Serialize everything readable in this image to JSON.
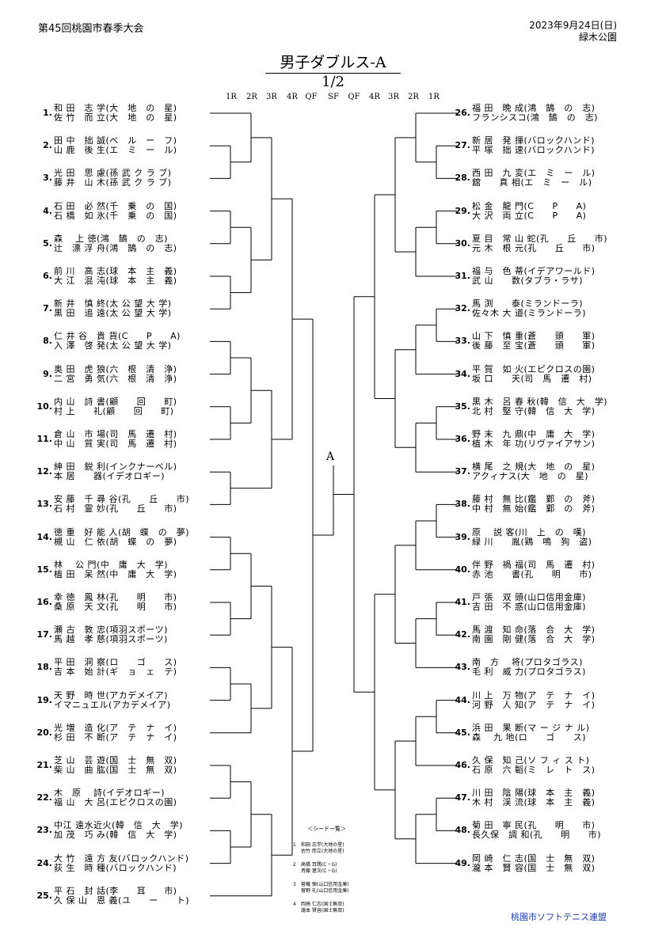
{
  "header": {
    "tournament": "第45回桃園市春季大会",
    "date": "2023年9月24日(日)",
    "venue": "緑木公園"
  },
  "title": "男子ダブルス-A",
  "page": "1/2",
  "rounds": [
    "1R",
    "2R",
    "3R",
    "4R",
    "QF",
    "SF",
    "QF",
    "4R",
    "3R",
    "2R",
    "1R"
  ],
  "center_label": "A",
  "left_entries": [
    {
      "num": "1.",
      "p1": "和 田　志 学(大　地　の　星)",
      "p2": "佐 竹　而 立(大　地　の　星)"
    },
    {
      "num": "2.",
      "p1": "田 中　拙 誠(ベ　ル　ー　フ)",
      "p2": "山 鹿　後 生(エ　ミ　ー　ル)"
    },
    {
      "num": "3.",
      "p1": "光 田　思 慮(孫 武 ク ラ ブ)",
      "p2": "藤 井　山 木(孫 武 ク ラ ブ)"
    },
    {
      "num": "4.",
      "p1": "石 田　必 然(千　乗　の　国)",
      "p2": "石 橋　如 氷(千　乗　の　国)"
    },
    {
      "num": "5.",
      "p1": "森　 上 徳(鴻　鵠　の　志)",
      "p2": "辻　漂 浮 舟(鴻　鵠　の　志)"
    },
    {
      "num": "6.",
      "p1": "前 川　高 志(球　本　主　義)",
      "p2": "大 江　混 沌(球　本　主　義)"
    },
    {
      "num": "7.",
      "p1": "新 井　慎 終(太 公 望 大 学)",
      "p2": "黒 田　追 遠(太 公 望 大 学)"
    },
    {
      "num": "8.",
      "p1": "仁 井 谷　貴 貨(C　　P　　A)",
      "p2": "入 澤　啓 発(太 公 望 大 学)"
    },
    {
      "num": "9.",
      "p1": "奥 田　虎 狼(六　根　清　浄)",
      "p2": "二 宮　勇 気(六　根　清　浄)"
    },
    {
      "num": "10.",
      "p1": "内 山　詩 書(顧　　回　　町)",
      "p2": "村 上　　礼(顧　　回　　町)"
    },
    {
      "num": "11.",
      "p1": "倉 山　市 場(司　馬　遷　村)",
      "p2": "中 山　質 実(司　馬　遷　村)"
    },
    {
      "num": "12.",
      "p1": "紳 田　鋭 利(インクナーベル)",
      "p2": "本 居　　器(イデオロギー)"
    },
    {
      "num": "13.",
      "p1": "安 藤　千 尋 谷(孔　　丘　　市)",
      "p2": "石 村　霊 妙(孔　　丘　　市)"
    },
    {
      "num": "14.",
      "p1": "徳 重　好 能 人(胡　蝶　の　夢)",
      "p2": "槻 山　仁 依(胡　蝶　の　夢)"
    },
    {
      "num": "15.",
      "p1": "林　 公 門(中　庸　大　学)",
      "p2": "植 田　呆 然(中　庸　大　学)"
    },
    {
      "num": "16.",
      "p1": "幸 徳　鳳 林(孔　　明　　市)",
      "p2": "桑 原　天 文(孔　　明　　市)"
    },
    {
      "num": "17.",
      "p1": "瀬 古　敦 忠(項羽スポーツ)",
      "p2": "馬 越　孝 慈(項羽スポーツ)"
    },
    {
      "num": "18.",
      "p1": "平 田　洞 察(ロ　　ゴ　　ス)",
      "p2": "吉 本　始 計(ギ　ョ　ェ　テ)"
    },
    {
      "num": "19.",
      "p1": "天 野　時 世(アカデメイア)",
      "p2": "イマニュエル(アカデメイア)"
    },
    {
      "num": "20.",
      "p1": "光 増　造 化(ア　テ　ナ　イ)",
      "p2": "杉 田　不 断(ア　テ　ナ　イ)"
    },
    {
      "num": "21.",
      "p1": "芝 山　芸 遊(国　士　無　双)",
      "p2": "柴 山　曲 肱(国　士　無　双)"
    },
    {
      "num": "22.",
      "p1": "木　原　 詩(イデオロギー)",
      "p2": "福 山　大 呂(エピクロスの園)"
    },
    {
      "num": "23.",
      "p1": "中江 遠水近火(韓　信　大　学)",
      "p2": "加 茂　巧 み(韓　信　大　学)"
    },
    {
      "num": "24.",
      "p1": "大 竹　遠 方 友(バロックハンド)",
      "p2": "荻 生　時 種(バロックハンド)"
    },
    {
      "num": "25.",
      "p1": "平 石　封 話(李　　耳　　市)",
      "p2": "久 保 山　恩 義(ユ　　ー　　ト)"
    }
  ],
  "right_entries": [
    {
      "num": "26.",
      "p1": "福 田　晩 成(鴻　鵠　の　志)",
      "p2": "フランシスコ(鴻　鵠　の　志)"
    },
    {
      "num": "27.",
      "p1": "新 居　発 揮(バロックハンド)",
      "p2": "平 塚　拙 速(バロックハンド)"
    },
    {
      "num": "28.",
      "p1": "西 田　九 変(エ　ミ　ー　ル)",
      "p2": "舘　　真 相(エ　ミ　ー　ル)"
    },
    {
      "num": "29.",
      "p1": "松 金　龍 門(C　　P　　A)",
      "p2": "大 沢　両 立(C　　P　　A)"
    },
    {
      "num": "30.",
      "p1": "夏 目　常 山 蛇(孔　　丘　　市)",
      "p2": "元 木　根 元(孔　　丘　　市)"
    },
    {
      "num": "31.",
      "p1": "福 与　色 蒂(イデアワールド)",
      "p2": "武 山　　数(タブラ・ラサ)"
    },
    {
      "num": "32.",
      "p1": "馬 渕　　泰(ミランドーラ)",
      "p2": "佐々木 大 道(ミランドーラ)"
    },
    {
      "num": "33.",
      "p1": "山 下　慎 重(蒼　　頭　　軍)",
      "p2": "後 藤　至 宝(蒼　　頭　　軍)"
    },
    {
      "num": "34.",
      "p1": "平 賀　如 火(エピクロスの園)",
      "p2": "坂 口　　天(司　馬　遷　村)"
    },
    {
      "num": "35.",
      "p1": "黒 木　呂 春 秋(韓　信　大　学)",
      "p2": "北 村　堅 守(韓　信　大　学)"
    },
    {
      "num": "36.",
      "p1": "野 末　九 鼎(中　庸　大　学)",
      "p2": "植 木　年 功(リヴァイアサン)"
    },
    {
      "num": "37.",
      "p1": "横 尾　之 規(大　地　の　星)",
      "p2": "アクィナス(大　地　の　星)"
    },
    {
      "num": "38.",
      "p1": "藤 村　無 比(鑑　鄴　の　斧)",
      "p2": "中 村　無 始(鑑　鄴　の　斧)"
    },
    {
      "num": "39.",
      "p1": "原　 説 客(川　上　の　嘆)",
      "p2": "緑 川　　胤(鶏　鳴　狗　盗)"
    },
    {
      "num": "40.",
      "p1": "伴 野　禍 福(司　馬　遷　村)",
      "p2": "赤 池　　書(孔　　明　　市)"
    },
    {
      "num": "41.",
      "p1": "戸 張　双 頭(山口信用金庫)",
      "p2": "吉 田　不 惑(山口信用金庫)"
    },
    {
      "num": "42.",
      "p1": "馬 渡　知 命(落　合　大　学)",
      "p2": "南 園　剛 健(落　合　大　学)"
    },
    {
      "num": "43.",
      "p1": "南　方　 将(プロタゴラス)",
      "p2": "毛 利　威 力(プロタゴラス)"
    },
    {
      "num": "44.",
      "p1": "川 上　万 物(ア　テ　ナ　イ)",
      "p2": "河 野　人 知(ア　テ　ナ　イ)"
    },
    {
      "num": "45.",
      "p1": "浜 田　果 断(マ ー ジ ナ ル)",
      "p2": "森　 九 地(ロ　　ゴ　　ス)"
    },
    {
      "num": "46.",
      "p1": "久 保　知 己(ソ フ ィ ス ト)",
      "p2": "石 原　六 韜(ミ　レ　ト　ス)"
    },
    {
      "num": "47.",
      "p1": "川 田　陰 陽(球　本　主　義)",
      "p2": "木 村　渓 流(球　本　主　義)"
    },
    {
      "num": "48.",
      "p1": "菊 田　寧 民(孔　　明　　市)",
      "p2": "長久保　調 和(孔　　明　　市)"
    },
    {
      "num": "49.",
      "p1": "岡 崎　仁 志(国　士　無　双)",
      "p2": "瀧 本　賢 容(国　士　無　双)"
    }
  ],
  "seeds": {
    "title": "＜シード一覧＞",
    "items": [
      {
        "n": "1",
        "a": "和田 志学(大地の星)",
        "b": "佐竹 而立(大地の星)"
      },
      {
        "n": "2",
        "a": "高橋 耳隅(C・G)",
        "b": "斉藤 遼次(C・G)"
      },
      {
        "n": "3",
        "a": "菅機 弾(山口信用金庫)",
        "b": "菅野 礼(山口信用金庫)"
      },
      {
        "n": "4",
        "a": "岡崎 仁志(国士無双)",
        "b": "瀧本 賢容(国士無双)"
      }
    ]
  },
  "footer": "桃園市ソフトテニス連盟",
  "colors": {
    "footer": "#1a3fb3",
    "lines": "#000000"
  }
}
